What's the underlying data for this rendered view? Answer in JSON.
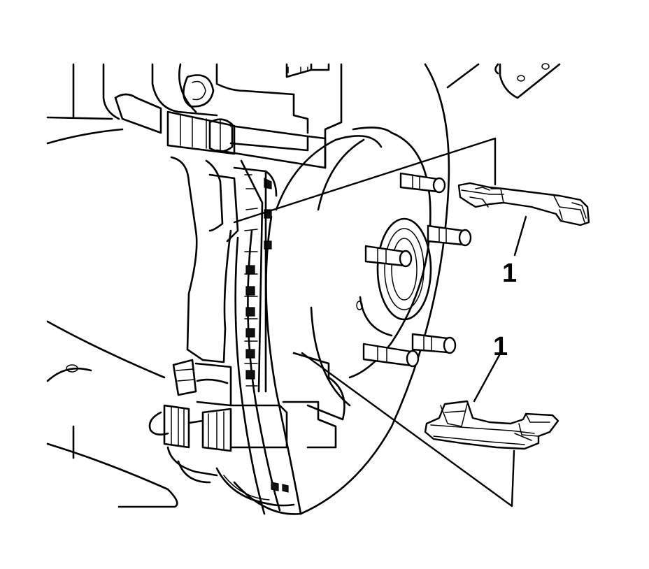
{
  "callouts": [
    {
      "label": "1",
      "part": "brake-pad-retainer-clip-upper"
    },
    {
      "label": "1",
      "part": "brake-pad-retainer-clip-lower"
    }
  ],
  "colors": {
    "line": "#000000",
    "background": "#ffffff"
  }
}
